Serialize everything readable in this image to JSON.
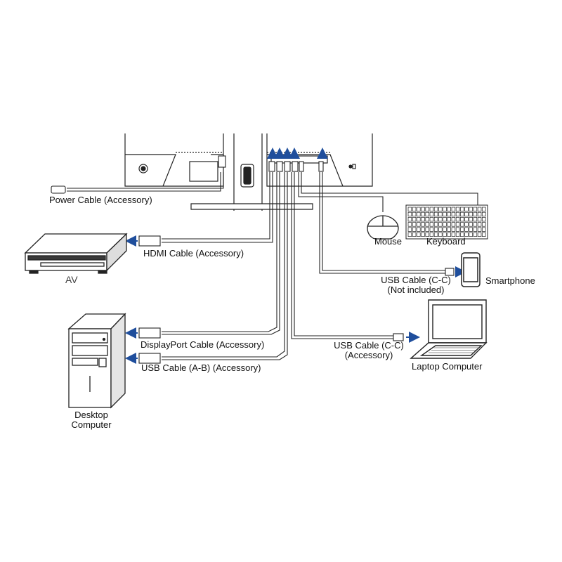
{
  "labels": {
    "power_cable": "Power Cable (Accessory)",
    "hdmi_cable": "HDMI Cable (Accessory)",
    "av": "AV",
    "mouse": "Mouse",
    "keyboard": "Keyboard",
    "usb_cc_smartphone_line1": "USB Cable (C-C)",
    "usb_cc_smartphone_line2": "(Not included)",
    "smartphone": "Smartphone",
    "displayport_cable": "DisplayPort Cable (Accessory)",
    "usb_ab_cable": "USB Cable (A-B) (Accessory)",
    "usb_cc_laptop_line1": "USB Cable (C-C)",
    "usb_cc_laptop_line2": "(Accessory)",
    "laptop": "Laptop Computer",
    "desktop_line1": "Desktop",
    "desktop_line2": "Computer"
  },
  "colors": {
    "line": "#222222",
    "arrow": "#1f4e9c",
    "fill_light": "#f2f2f2",
    "fill_dark": "#3a3a3a"
  },
  "icons": [
    "monitor-rear",
    "av-device",
    "desktop-tower",
    "mouse",
    "keyboard",
    "smartphone",
    "laptop"
  ]
}
